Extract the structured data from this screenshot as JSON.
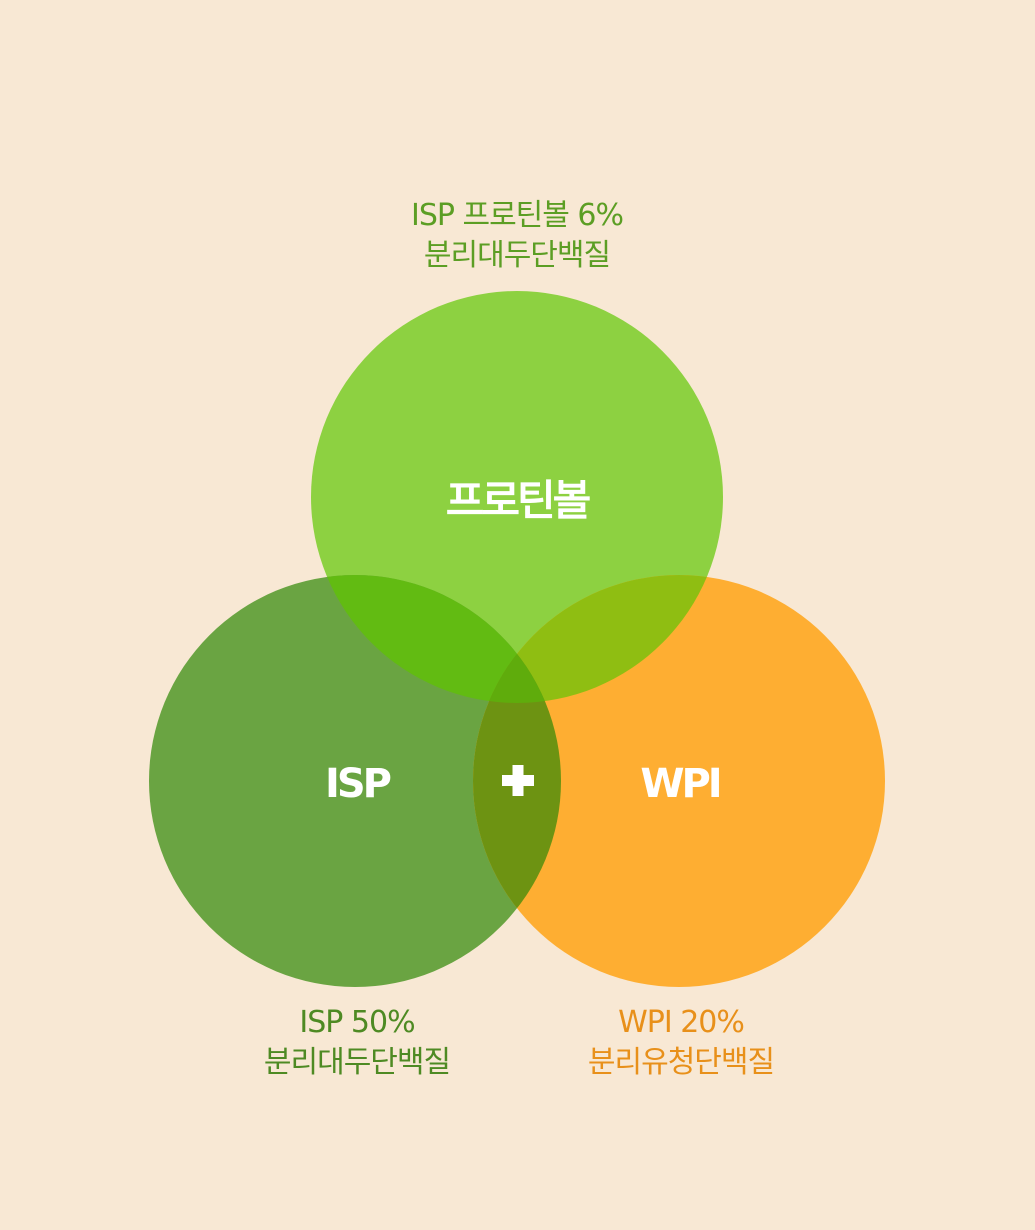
{
  "diagram": {
    "circles": {
      "top": {
        "label": "프로틴볼",
        "caption_line1": "ISP 프로틴볼 6%",
        "caption_line2": "분리대두단백질",
        "color": "#8dd141"
      },
      "left": {
        "label": "ISP",
        "caption_line1": "ISP 50%",
        "caption_line2": "분리대두단백질",
        "color": "#6aa442"
      },
      "right": {
        "label": "WPI",
        "caption_line1": "WPI 20%",
        "caption_line2": "분리유청단백질",
        "color": "#feae32"
      }
    },
    "overlaps": {
      "top_left": "#62bb12",
      "top_right": "#8fbe12",
      "left_right": "#6d9312",
      "center": "#5fac0c"
    },
    "plus_color": "#ffffff",
    "caption_colors": {
      "top": "#5c9e24",
      "left": "#4e8a23",
      "right": "#e8901a"
    }
  }
}
